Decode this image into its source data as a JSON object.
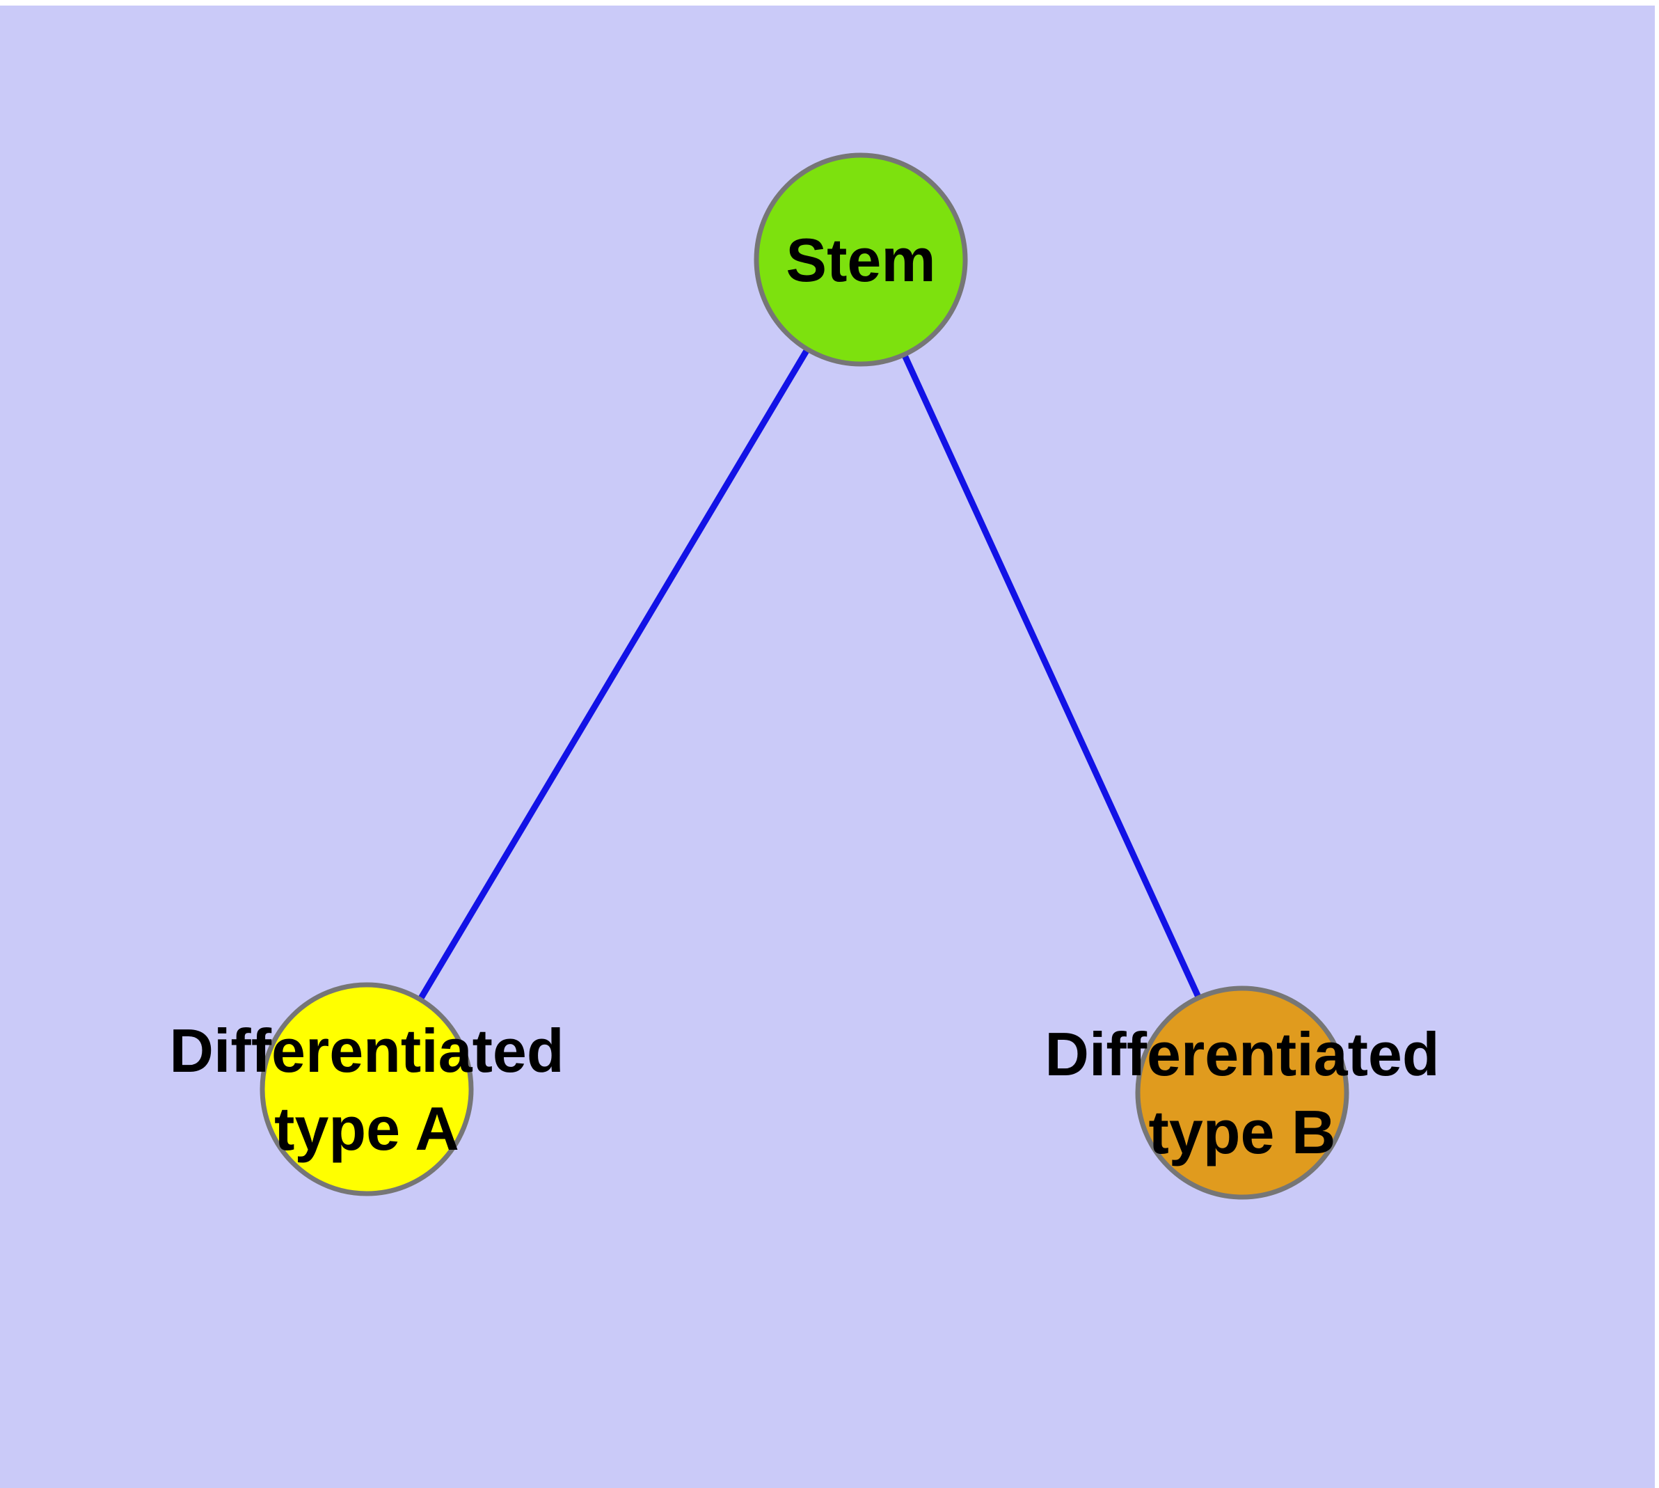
{
  "diagram": {
    "type": "node-link-graph",
    "description": "Stem cell differentiation graph with one parent node and two differentiated child nodes",
    "colors": {
      "page_background": "#FFFFFF",
      "plot_background": "#CACAF8",
      "edge": "#1212E6",
      "node_border": "#767676",
      "label_text": "#000000"
    },
    "nodes": [
      {
        "id": "stem",
        "label": "Stem",
        "fill": "#7DE10E"
      },
      {
        "id": "differentiated-type-a",
        "label_line1": "Differentiated",
        "label_line2": "type A",
        "fill": "#FFFF00"
      },
      {
        "id": "differentiated-type-b",
        "label_line1": "Differentiated",
        "label_line2": "type B",
        "fill": "#E09B1E"
      }
    ],
    "edges": [
      {
        "from": "Stem",
        "to": "Differentiated type A"
      },
      {
        "from": "Stem",
        "to": "Differentiated type B"
      }
    ]
  }
}
